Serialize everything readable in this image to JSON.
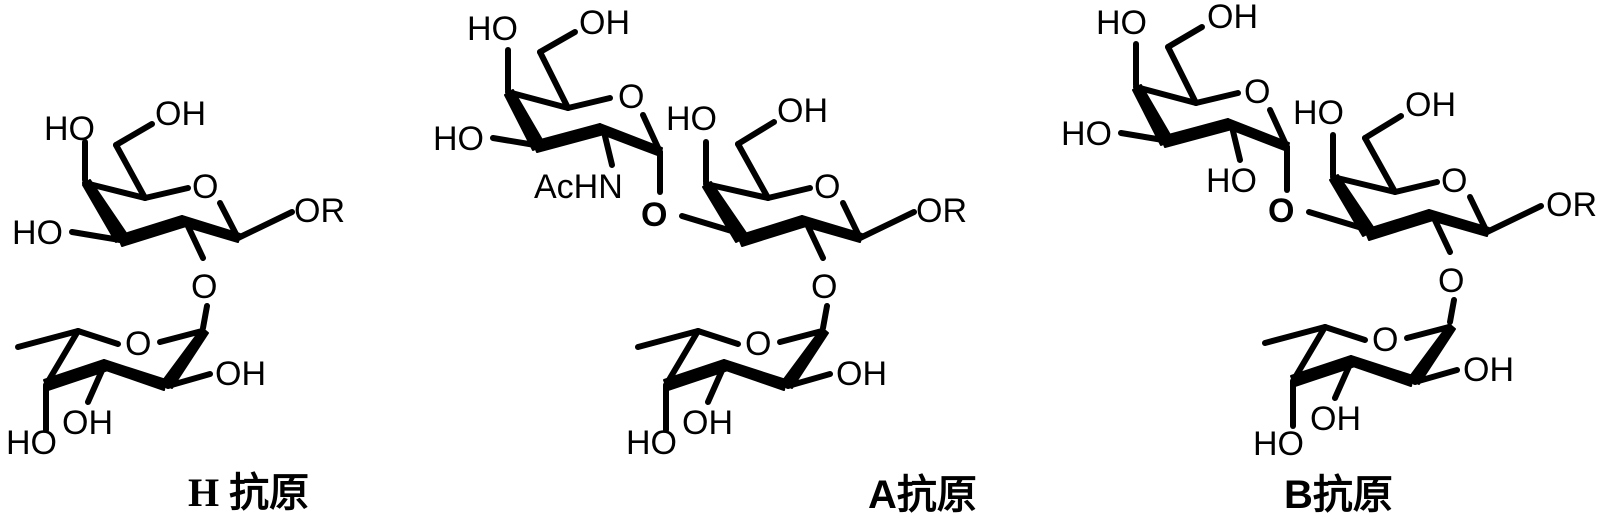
{
  "figure": {
    "description": "Chemical structures of ABO blood group antigens (H, A, B)",
    "background_color": "#ffffff",
    "line_color": "#000000"
  },
  "structures": [
    {
      "id": "H",
      "caption": "H 抗原",
      "labels": {
        "gal_c4_oh": "HO",
        "gal_c6_oh": "OH",
        "gal_ring_o": "O",
        "gal_c3_oh": "HO",
        "anomeric_or": "OR",
        "link_o": "O",
        "fuc_ring_o": "O",
        "fuc_c2_oh": "OH",
        "fuc_c3_oh": "OH",
        "fuc_c4_oh": "HO"
      }
    },
    {
      "id": "A",
      "caption": "A抗原",
      "labels": {
        "galnac_c4_oh": "HO",
        "galnac_c6_oh": "OH",
        "galnac_ring_o": "O",
        "galnac_c3_oh": "HO",
        "galnac_c2_nhac": "AcHN",
        "galnac_link_o": "O",
        "gal_c4_oh": "HO",
        "gal_c6_oh": "OH",
        "gal_ring_o": "O",
        "anomeric_or": "OR",
        "link_o": "O",
        "fuc_ring_o": "O",
        "fuc_c2_oh": "OH",
        "fuc_c3_oh": "OH",
        "fuc_c4_oh": "HO"
      }
    },
    {
      "id": "B",
      "caption": "B抗原",
      "labels": {
        "gal2_c4_oh": "HO",
        "gal2_c6_oh": "OH",
        "gal2_ring_o": "O",
        "gal2_c3_oh": "HO",
        "gal2_c2_oh": "HO",
        "gal2_link_o": "O",
        "gal_c4_oh": "HO",
        "gal_c6_oh": "OH",
        "gal_ring_o": "O",
        "anomeric_or": "OR",
        "link_o": "O",
        "fuc_ring_o": "O",
        "fuc_c2_oh": "OH",
        "fuc_c3_oh": "OH",
        "fuc_c4_oh": "HO"
      }
    }
  ]
}
